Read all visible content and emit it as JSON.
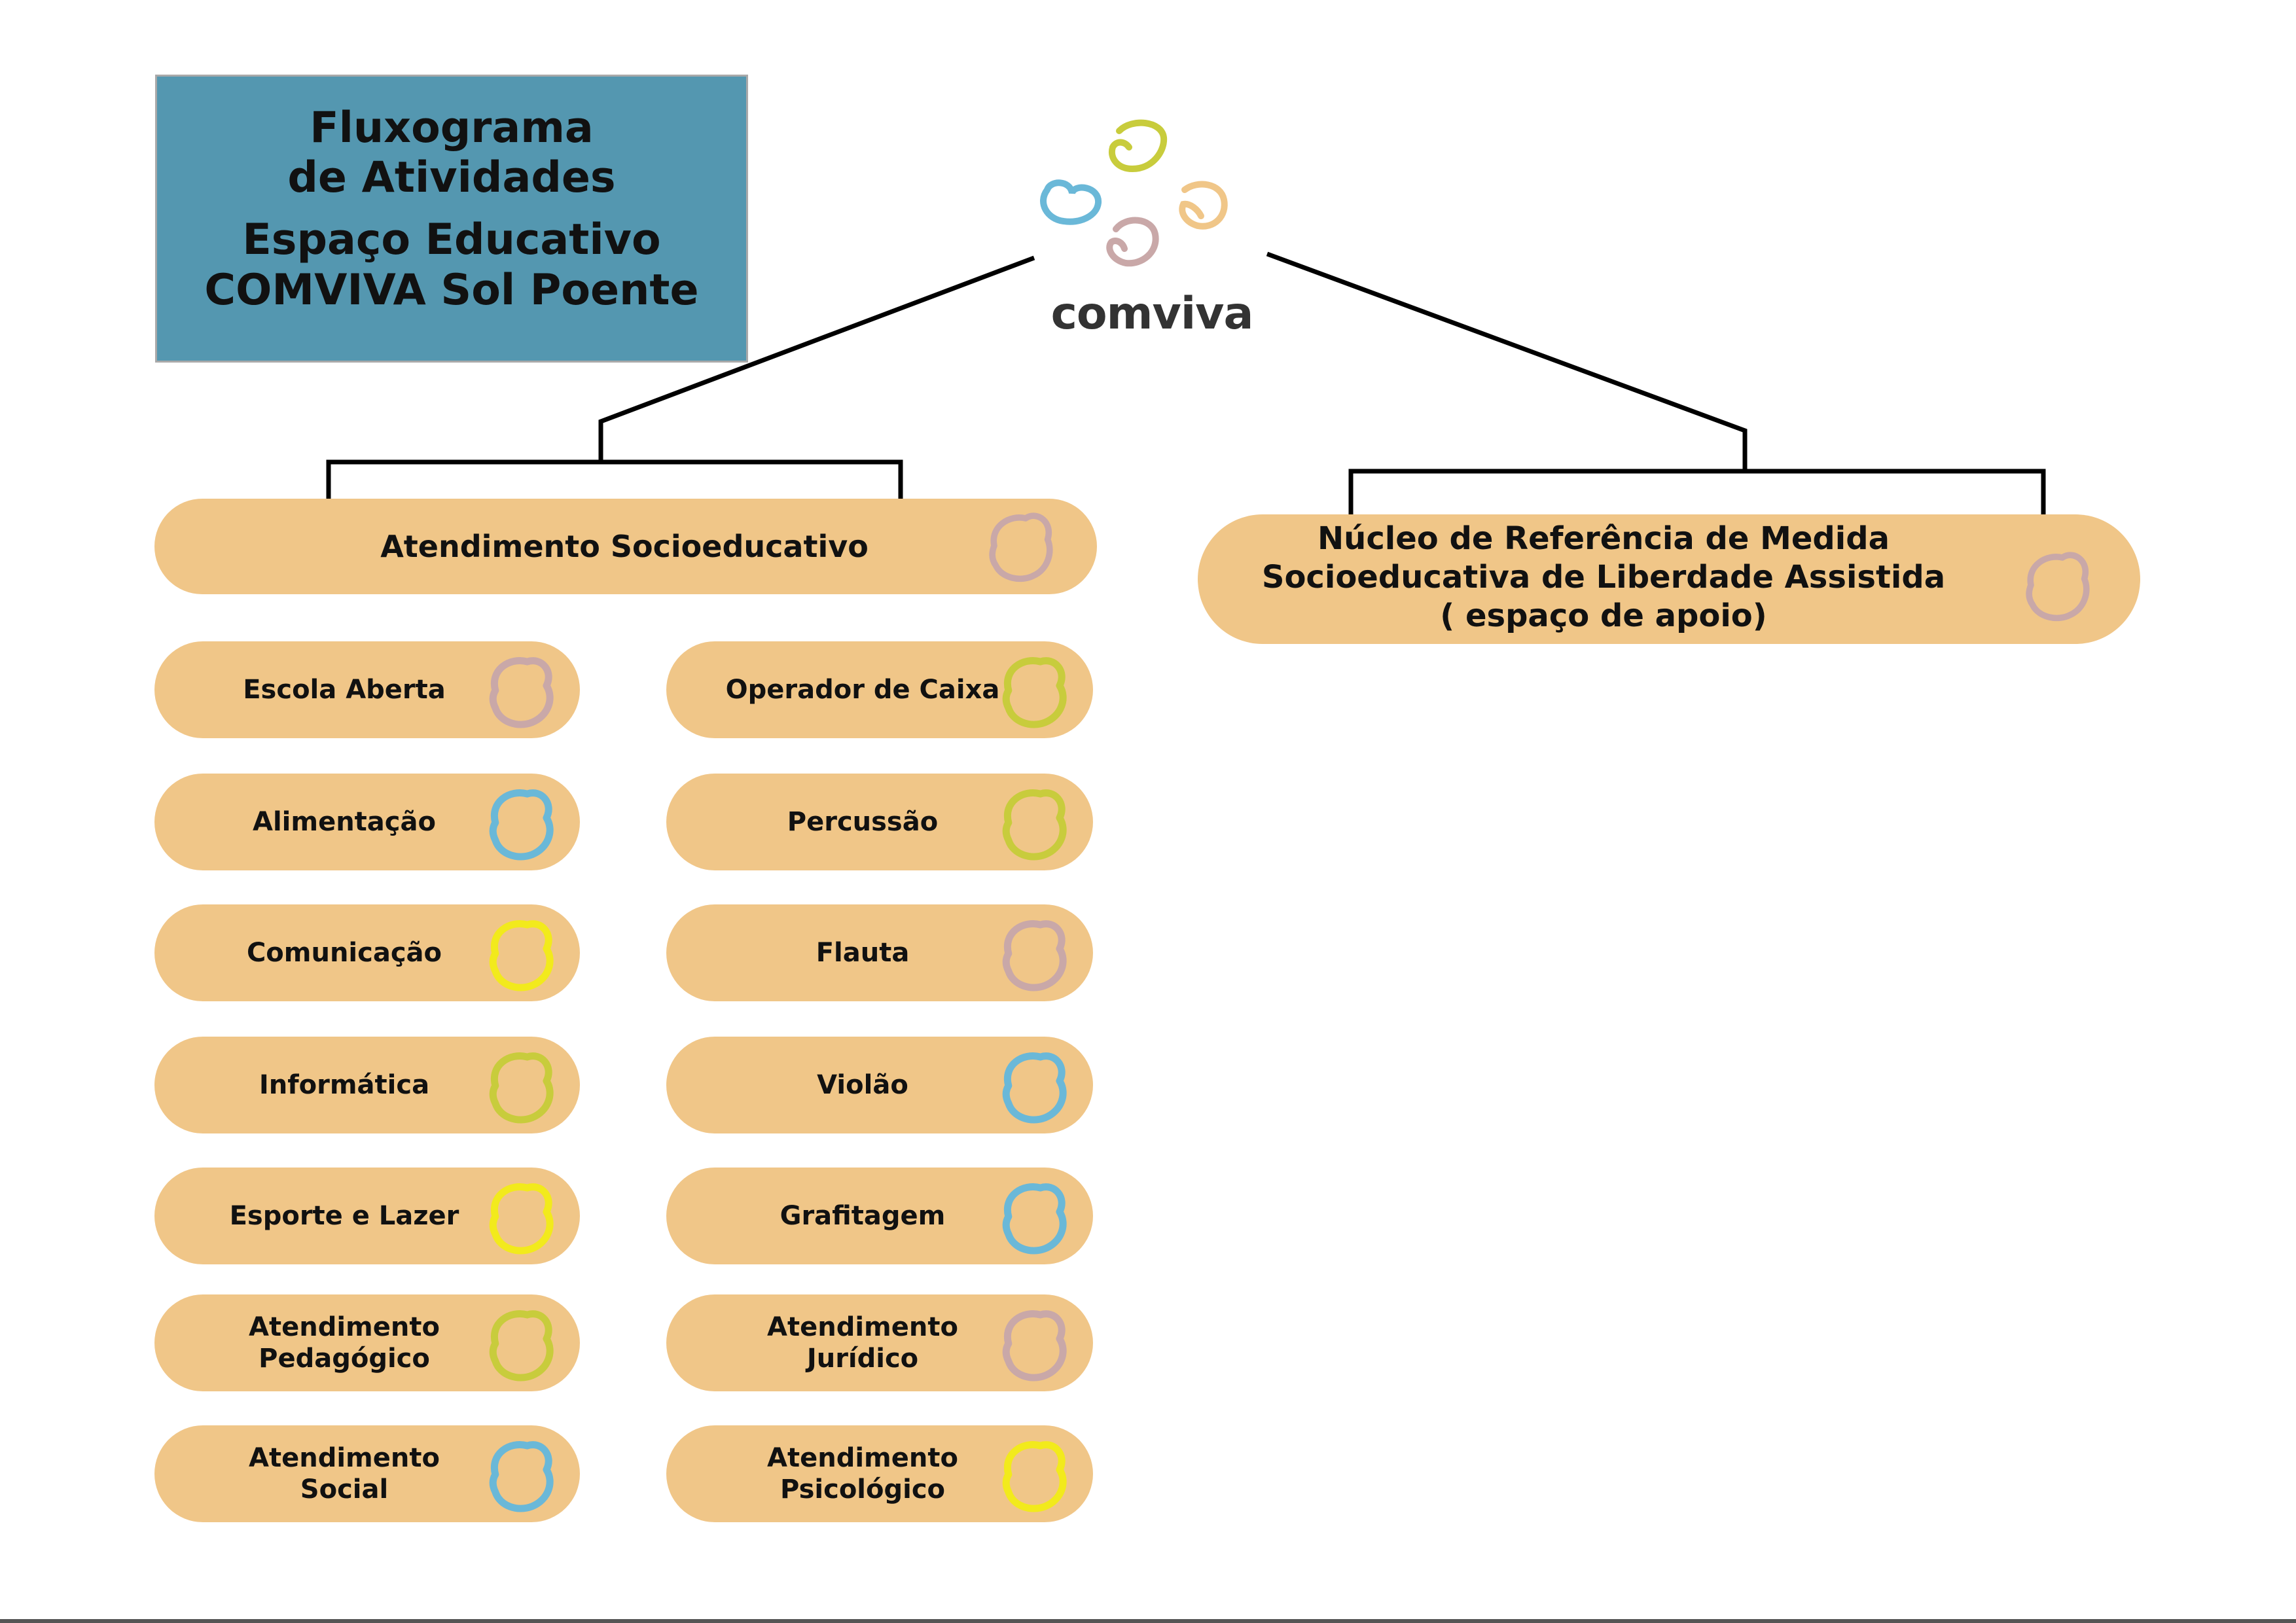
{
  "title": {
    "line1": "Fluxograma",
    "line2": "de Atividades",
    "line3": "Espaço Educativo",
    "line4": "COMVIVA Sol Poente"
  },
  "logo": {
    "text": "comviva",
    "bubble_colors": [
      "#c8cc3c",
      "#6ab8d8",
      "#f0c688",
      "#c9a8a8"
    ]
  },
  "branches": {
    "left": {
      "label": "Atendimento Socioeducativo",
      "icon_color": "#c9a8a8",
      "left_column": [
        {
          "line1": "Escola Aberta",
          "line2": "",
          "color": "#c9a8a8"
        },
        {
          "line1": "Alimentação",
          "line2": "",
          "color": "#6ab8d8"
        },
        {
          "line1": "Comunicação",
          "line2": "",
          "color": "#f2ea1c"
        },
        {
          "line1": "Informática",
          "line2": "",
          "color": "#c8cc3c"
        },
        {
          "line1": "Esporte e Lazer",
          "line2": "",
          "color": "#f2ea1c"
        },
        {
          "line1": "Atendimento",
          "line2": "Pedagógico",
          "color": "#c8cc3c"
        },
        {
          "line1": "Atendimento",
          "line2": "Social",
          "color": "#6ab8d8"
        }
      ],
      "right_column": [
        {
          "line1": "Operador de Caixa",
          "line2": "",
          "color": "#c8cc3c"
        },
        {
          "line1": "Percussão",
          "line2": "",
          "color": "#c8cc3c"
        },
        {
          "line1": "Flauta",
          "line2": "",
          "color": "#c9a8a8"
        },
        {
          "line1": "Violão",
          "line2": "",
          "color": "#6ab8d8"
        },
        {
          "line1": "Grafitagem",
          "line2": "",
          "color": "#6ab8d8"
        },
        {
          "line1": "Atendimento",
          "line2": "Jurídico",
          "color": "#c9a8a8"
        },
        {
          "line1": "Atendimento",
          "line2": "Psicológico",
          "color": "#f2ea1c"
        }
      ]
    },
    "right": {
      "line1": "Núcleo de Referência  de Medida",
      "line2": "Socioeducativa de Liberdade Assistida",
      "line3": "( espaço de apoio)",
      "icon_color": "#c9a8a8"
    }
  },
  "colors": {
    "title_bg": "#5497b0",
    "pill_bg": "#f0c688",
    "connector": "#000000"
  }
}
